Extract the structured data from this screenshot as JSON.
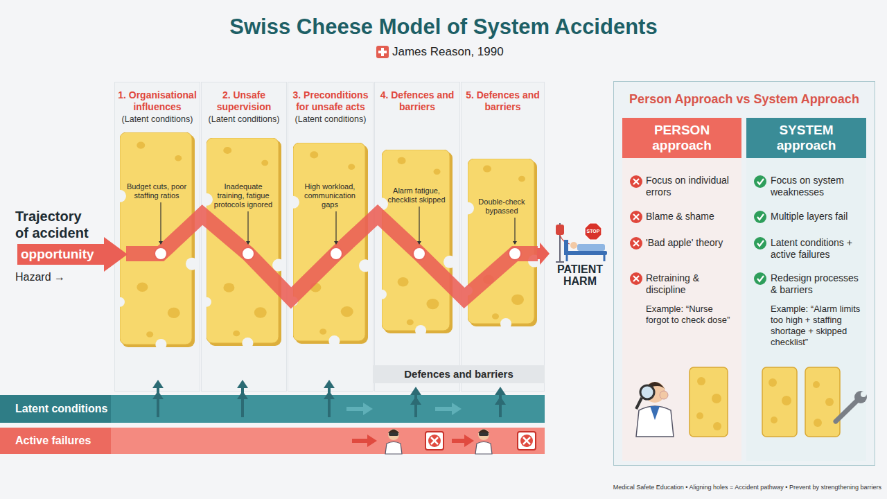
{
  "diagram": {
    "title": "Swiss Cheese Model of System Accidents",
    "nodes": [
      {
        "text": [
          "1. Organisational influences",
          "(Latent conditions)"
        ]
      },
      {
        "text": [
          "2. Unsafe supervision",
          "(Latent conditions)"
        ]
      },
      {
        "text": [
          "3. Preconditions for unsafe acts",
          "(Latent conditions)"
        ]
      },
      {
        "text": [
          "4. Defences and barriers"
        ]
      },
      {
        "text": [
          "5. Defences and barriers"
        ]
      },
      {
        "text": [
          "Budget cuts, poor staffing ratios"
        ],
        "in": 0
      },
      {
        "text": [
          "Inadequate training, fatigue protocols ignored"
        ],
        "in": 1
      },
      {
        "text": [
          "High workload, communication gaps"
        ],
        "in": 2
      },
      {
        "text": [
          "Alarm fatigue, checklist skipped"
        ],
        "in": 3
      },
      {
        "text": [
          "Double-check bypassed"
        ],
        "in": 4
      },
      {
        "text": [
          "Defences and barriers"
        ]
      },
      {
        "text": [
          "Latent conditions"
        ]
      },
      {
        "text": [
          "Active failures"
        ]
      },
      {
        "text": [
          "PATIENT HARM"
        ]
      },
      {
        "text": [
          "Person Approach vs System Approach"
        ]
      },
      {
        "text": [
          "PERSON approach"
        ],
        "in": 14
      },
      {
        "text": [
          "SYSTEM approach"
        ],
        "in": 14
      }
    ],
    "edges": [
      {
        "from": 9,
        "to": 13,
        "arrow": "to"
      }
    ],
    "labels": [
      "James Reason, 1990",
      "Trajectory of accident",
      "opportunity",
      "Hazard →",
      "STOP",
      "Focus on individual errors",
      "Blame & shame",
      "'Bad apple' theory",
      "Retraining & discipline",
      "Example: “Nurse forgot to check dose”",
      "Focus on system weaknesses",
      "Multiple layers fail",
      "Latent conditions + active failures",
      "Redesign processes & barriers",
      "Example: “Alarm limits too high + staffing shortage + skipped checklist”",
      "Medical Safete Education • Aligning holes = Accident pathway • Prevent by strengthening barriers"
    ]
  }
}
